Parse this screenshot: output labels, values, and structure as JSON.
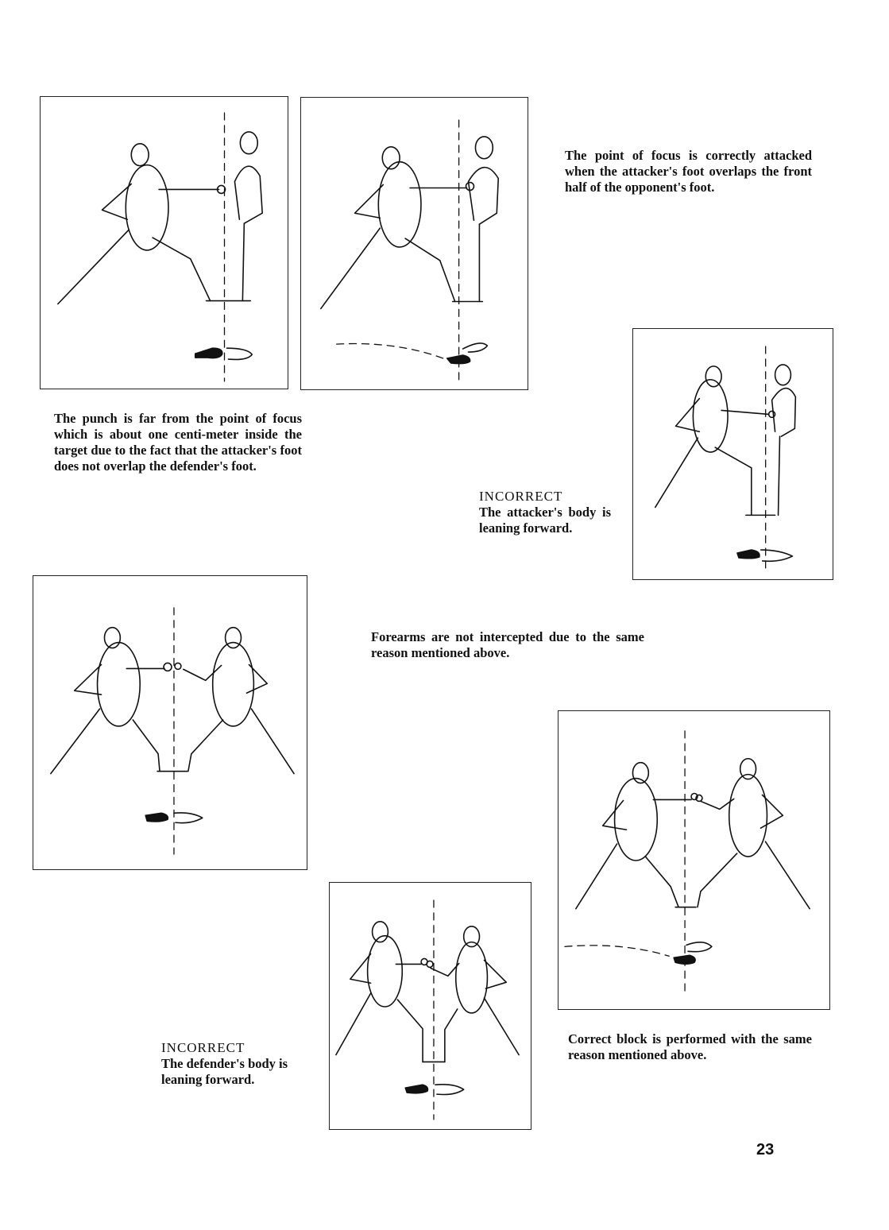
{
  "captions": {
    "correct_focus": "The point of focus is correctly attacked when the attacker's foot overlaps the front half of the opponent's foot.",
    "punch_far": "The punch is far from the point of focus which is about one centi-meter inside the target due to the fact that the attacker's foot does not overlap the defender's foot.",
    "attacker_leaning_label": "INCORRECT",
    "attacker_leaning_text": "The attacker's body is leaning forward.",
    "forearms_not_intercepted": "Forearms are not intercepted due to the same reason mentioned above.",
    "defender_leaning_label": "INCORRECT",
    "defender_leaning_text": "The defender's body is leaning forward.",
    "correct_block": "Correct block is performed with the same reason mentioned above."
  },
  "page_number": "23"
}
